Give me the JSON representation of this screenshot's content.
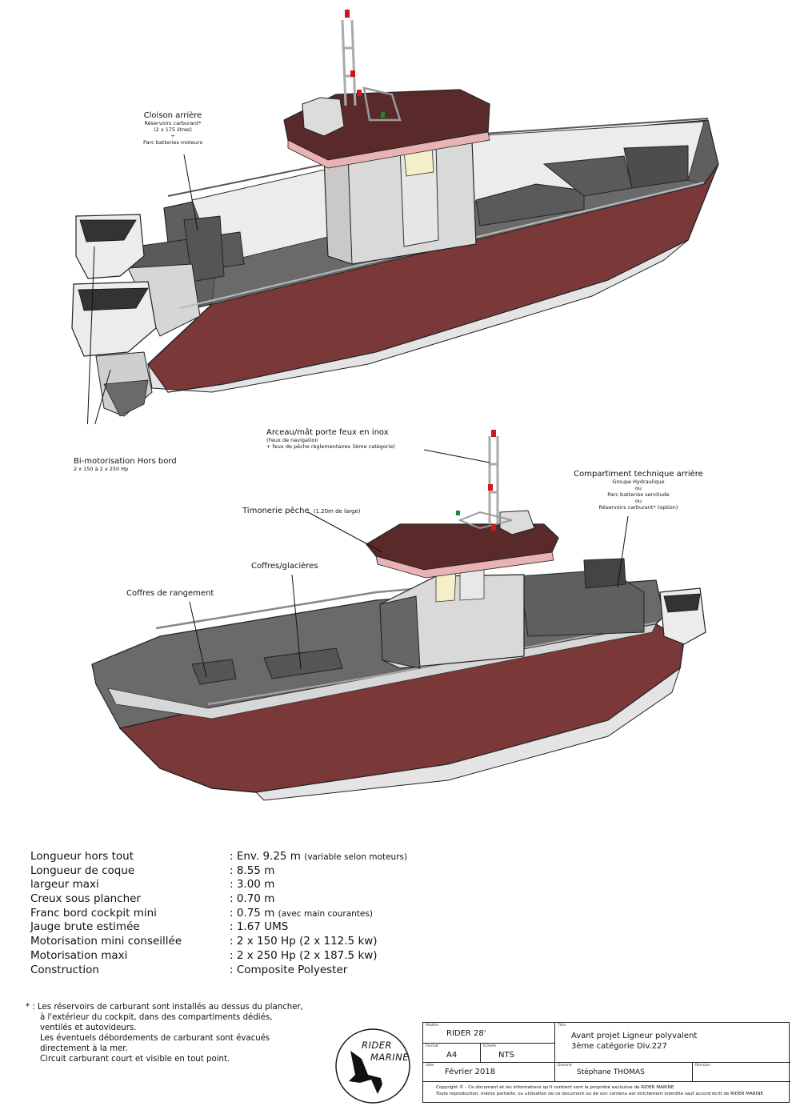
{
  "annotations": {
    "cloison": {
      "title": "Cloison arrière",
      "lines": [
        "Réservoirs carburant*",
        "(2 x 175 litres)",
        "+",
        "Parc batteries moteurs"
      ]
    },
    "bimoto": {
      "title": "Bi-motorisation Hors bord",
      "sub": "2 x 150 à 2 x 250 Hp"
    },
    "arceau": {
      "title": "Arceau/mât porte feux en inox",
      "lines": [
        "(Feux de navigation",
        "+ feux de pêche règlementaires 3ème catégorie)"
      ]
    },
    "compartiment": {
      "title": "Compartiment technique arrière",
      "lines": [
        "Groupe Hydraulique",
        "ou",
        "Parc batteries servitude",
        "ou",
        "Réservoirs carburant* (option)"
      ]
    },
    "timonerie": {
      "title": "Timonerie pêche",
      "note": "(1.20m de large)"
    },
    "coffres_glacieres": {
      "title": "Coffres/glacières"
    },
    "coffres_rangement": {
      "title": "Coffres de rangement"
    }
  },
  "specs": [
    {
      "label": "Longueur hors tout",
      "value": ": Env. 9.25 m",
      "note": "(variable selon moteurs)"
    },
    {
      "label": "Longueur de coque",
      "value": ": 8.55 m",
      "note": ""
    },
    {
      "label": "largeur maxi",
      "value": ": 3.00 m",
      "note": ""
    },
    {
      "label": "Creux sous plancher",
      "value": ": 0.70 m",
      "note": ""
    },
    {
      "label": "Franc bord cockpit mini",
      "value": ": 0.75 m",
      "note": "(avec main courantes)"
    },
    {
      "label": "Jauge brute estimée",
      "value": ": 1.67 UMS",
      "note": ""
    },
    {
      "label": "Motorisation mini conseillée",
      "value": ": 2 x 150 Hp (2 x 112.5 kw)",
      "note": ""
    },
    {
      "label": "Motorisation maxi",
      "value": ": 2 x 250 Hp (2 x 187.5 kw)",
      "note": ""
    },
    {
      "label": "Construction",
      "value": ": Composite Polyester",
      "note": ""
    }
  ],
  "footnote": [
    "* : Les réservoirs de carburant sont installés au dessus du plancher,",
    "à l'extérieur du cockpit, dans des compartiments dédiés,",
    "ventilés et autovideurs.",
    "Les éventuels débordements de carburant sont évacués",
    "directement à la mer.",
    "Circuit carburant court et visible en tout point."
  ],
  "logo": {
    "line1": "RIDER",
    "line2": "MARINE"
  },
  "titleblock": {
    "model_caption": "Modèle",
    "model": "RIDER 28'",
    "title_caption": "Titre",
    "title_line1": "Avant projet Ligneur polyvalent",
    "title_line2": "3ème catégorie Div.227",
    "format_caption": "Format",
    "format": "A4",
    "scale_caption": "Échelle",
    "scale": "NTS",
    "date_caption": "date",
    "date": "Février 2018",
    "drawn_caption": "Dessiné",
    "drawn": "Stéphane THOMAS",
    "revision_caption": "Révision",
    "copyright_line1": "Copyright ©  -  Ce document et les informations qu'il contient sont la propriété exclusive de RIDER MARINE",
    "copyright_line2": "Toute reproduction, même partielle, ou utilisation de ce document ou de son contenu est strictement interdite sauf accord écrit de RIDER MARINE"
  },
  "colors": {
    "hull": "#7a3838",
    "hull_dark": "#5e2a2a",
    "deck": "#6d6d6d",
    "cabin": "#d9d9d9",
    "roof": "#5a2a2a",
    "lights_red": "#cc1a1a",
    "lights_green": "#1a8a2a"
  }
}
